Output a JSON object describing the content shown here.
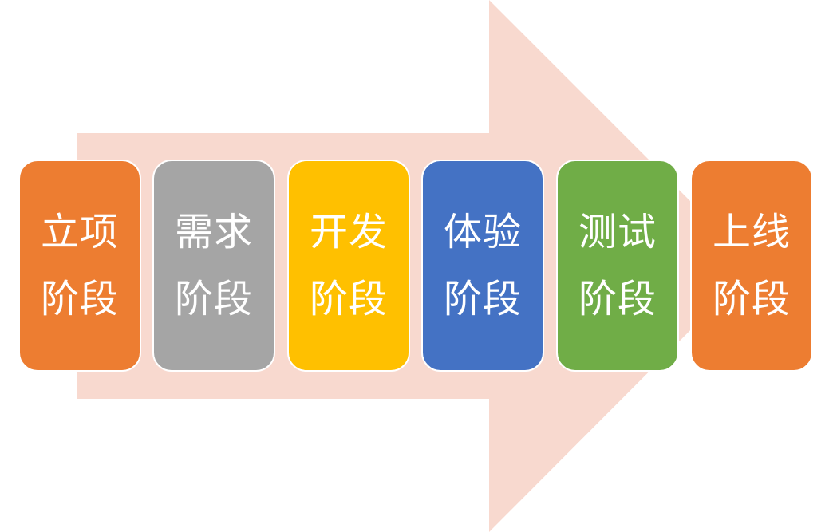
{
  "diagram": {
    "type": "process-flow",
    "arrow": {
      "color": "#F8D9CF",
      "direction": "right"
    },
    "stages": [
      {
        "line1": "立项",
        "line2": "阶段",
        "color": "#ED7D31"
      },
      {
        "line1": "需求",
        "line2": "阶段",
        "color": "#A5A5A5"
      },
      {
        "line1": "开发",
        "line2": "阶段",
        "color": "#FFC000"
      },
      {
        "line1": "体验",
        "line2": "阶段",
        "color": "#4472C4"
      },
      {
        "line1": "测试",
        "line2": "阶段",
        "color": "#70AD47"
      },
      {
        "line1": "上线",
        "line2": "阶段",
        "color": "#ED7D31"
      }
    ]
  }
}
